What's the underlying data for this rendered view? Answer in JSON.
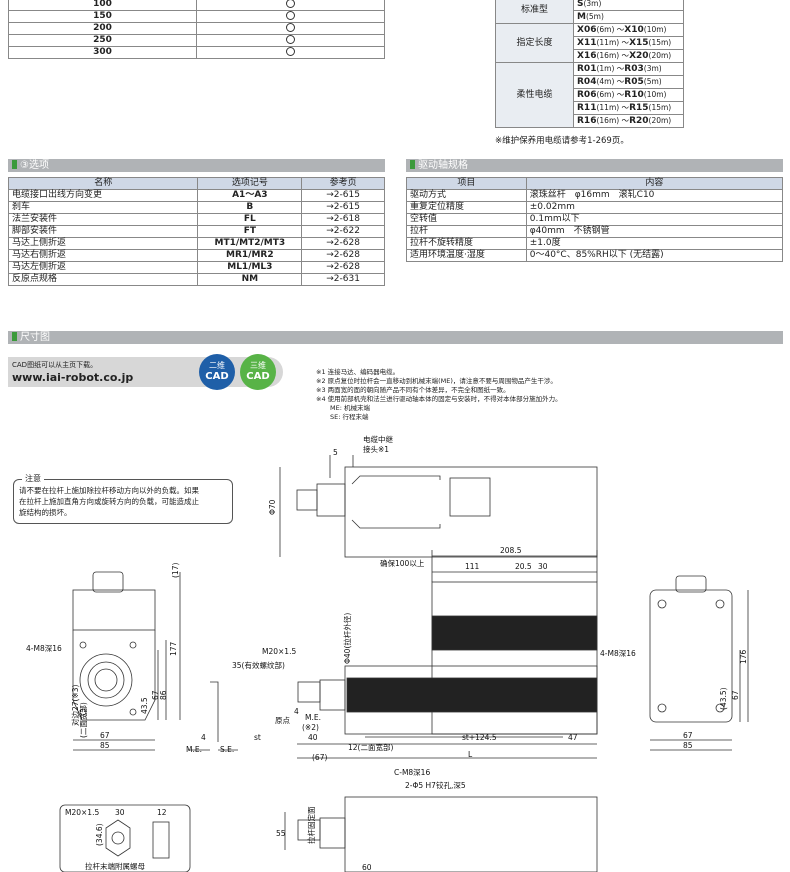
{
  "stroke_table": {
    "rows": [
      {
        "stroke": "100"
      },
      {
        "stroke": "150"
      },
      {
        "stroke": "200"
      },
      {
        "stroke": "250"
      },
      {
        "stroke": "300"
      }
    ]
  },
  "cable_table": {
    "rows": [
      {
        "group": "标准型",
        "code": "S",
        "len": "(3m)"
      },
      {
        "group": "",
        "code": "M",
        "len": "(5m)"
      },
      {
        "group": "指定长度",
        "code": "X06",
        "len": "(6m) ～",
        "code2": "X10",
        "len2": "(10m)"
      },
      {
        "group": "",
        "code": "X11",
        "len": "(11m) ～",
        "code2": "X15",
        "len2": "(15m)"
      },
      {
        "group": "",
        "code": "X16",
        "len": "(16m) ～",
        "code2": "X20",
        "len2": "(20m)"
      },
      {
        "group": "柔性电缆",
        "code": "R01",
        "len": "(1m) ～",
        "code2": "R03",
        "len2": "(3m)"
      },
      {
        "group": "",
        "code": "R04",
        "len": "(4m) ～",
        "code2": "R05",
        "len2": "(5m)"
      },
      {
        "group": "",
        "code": "R06",
        "len": "(6m) ～",
        "code2": "R10",
        "len2": "(10m)"
      },
      {
        "group": "",
        "code": "R11",
        "len": "(11m) ～",
        "code2": "R15",
        "len2": "(15m)"
      },
      {
        "group": "",
        "code": "R16",
        "len": "(16m) ～",
        "code2": "R20",
        "len2": "(20m)"
      }
    ],
    "footnote": "※维护保养用电缆请参考1-269页。"
  },
  "options": {
    "title": "③选项",
    "headers": [
      "名称",
      "选项记号",
      "参考页"
    ],
    "rows": [
      [
        "电缆接口出线方向变更",
        "A1～A3",
        "→2-615"
      ],
      [
        "刹车",
        "B",
        "→2-615"
      ],
      [
        "法兰安装件",
        "FL",
        "→2-618"
      ],
      [
        "脚部安装件",
        "FT",
        "→2-622"
      ],
      [
        "马达上侧折返",
        "MT1/MT2/MT3",
        "→2-628"
      ],
      [
        "马达右侧折返",
        "MR1/MR2",
        "→2-628"
      ],
      [
        "马达左侧折返",
        "ML1/ML3",
        "→2-628"
      ],
      [
        "反原点规格",
        "NM",
        "→2-631"
      ]
    ]
  },
  "drive": {
    "title": "驱动轴规格",
    "headers": [
      "项目",
      "内容"
    ],
    "rows": [
      [
        "驱动方式",
        "滚珠丝杆　φ16mm　滚轧C10"
      ],
      [
        "重复定位精度",
        "±0.02mm"
      ],
      [
        "空转值",
        "0.1mm以下"
      ],
      [
        "拉杆",
        "φ40mm　不锈钢管"
      ],
      [
        "拉杆不旋转精度",
        "±1.0度"
      ],
      [
        "适用环境温度·湿度",
        "0～40°C、85%RH以下 (无结露)"
      ]
    ]
  },
  "dimensions": {
    "title": "尺寸图",
    "cad_text": "CAD图纸可以从主页下载。",
    "url": "www.iai-robot.co.jp",
    "cad2": "二维",
    "cad3": "三维",
    "cad": "CAD",
    "notes": [
      "※1 连接马达、编码器电缆。",
      "※2 原点复位时拉杆会一直移动到机械末端(ME)，请注意不要与周围物品产生干涉。",
      "※3 两面宽的面的朝向随产品不同有个体差异，不完全和图纸一致。",
      "※4 使用前部机壳和法兰进行驱动轴本体的固定与安装时，不得对本体部分施加外力。",
      "ME: 机械末端",
      "SE: 行程末端"
    ],
    "caution_title": "注意",
    "caution": [
      "请不要在拉杆上施加除拉杆移动方向以外的负载。如果",
      "在拉杆上施加直角方向或旋转方向的负载，可能造成止",
      "旋结构的损坏。"
    ],
    "labels": {
      "cable_relay": "电缆中继",
      "connector": "接头※1",
      "d5": "5",
      "phi70": "Φ70",
      "d208": "208.5",
      "ensure": "确保100以上",
      "d111": "111",
      "d20": "20.5",
      "d30": "30",
      "m8": "4-M8深16",
      "m8r": "4-M8深16",
      "m20": "M20×1.5",
      "d35": "35(有效螺纹部)",
      "rod": "Φ40(拉杆外径)",
      "origin": "原点",
      "me": "M.E.",
      "me2": "M.E.",
      "se": "S.E.",
      "note2": "(※2)",
      "d4": "4",
      "d4b": "4",
      "st": "st",
      "d40": "40",
      "d12": "12(二面宽部)",
      "st124": "st+124.5",
      "d47": "47",
      "d67b": "(67)",
      "L": "L",
      "d17": "(17)",
      "d177": "177",
      "d176": "176",
      "d86": "86",
      "d67": "67",
      "d435": "43.5",
      "d435b": "(43.5)",
      "d67r": "67",
      "d67c": "67",
      "d85": "85",
      "d67d": "67",
      "d85r": "85",
      "opp": "对边27(※3)",
      "opp2": "(二面宽部)",
      "cm8": "C-M8深16",
      "pin": "2-Φ5 H7铰孔,深5",
      "d55": "55",
      "d60": "60",
      "hold": "拉杆固定面",
      "nm20": "M20×1.5",
      "n30": "30",
      "n12": "12",
      "n346": "(34.6)",
      "nut": "拉杆末端附属螺母"
    }
  }
}
